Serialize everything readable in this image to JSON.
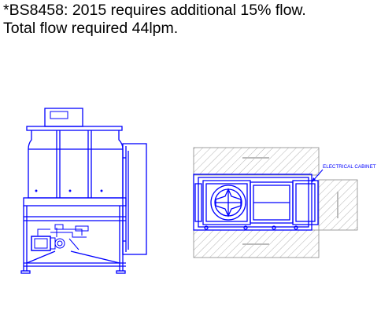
{
  "note": {
    "line1": "*BS8458: 2015 requires additional 15% flow.",
    "line2": "Total flow required 44lpm."
  },
  "plan_view": {
    "callout_label": "ELECTRICAL CABINET"
  },
  "colors": {
    "drawing_blue": "#0000ff",
    "hatch_grey": "#9a9a9a",
    "text": "#000000"
  }
}
